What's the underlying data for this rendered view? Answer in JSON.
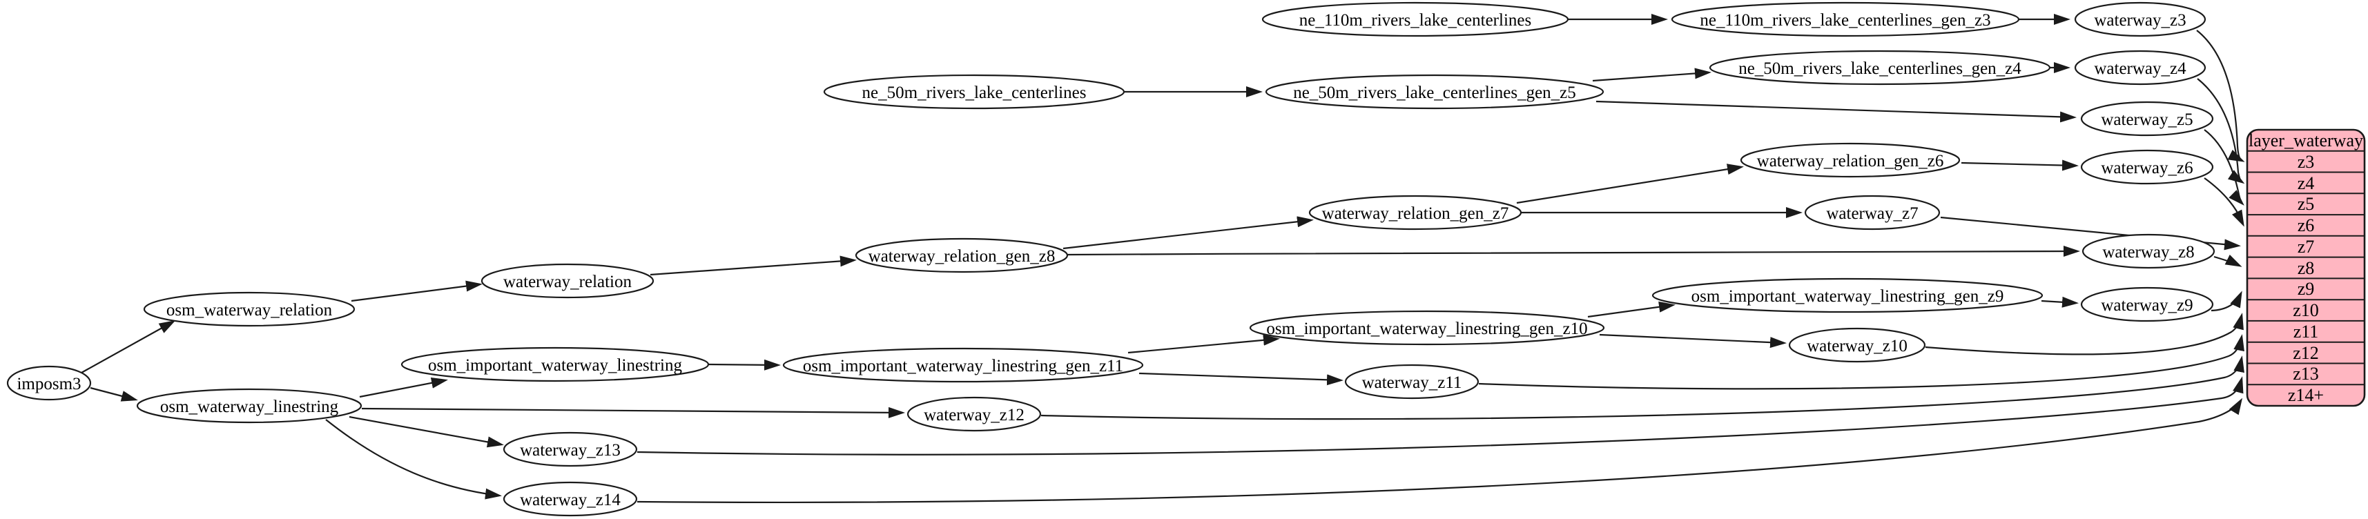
{
  "diagram": {
    "kind": "etl-dependency-graph",
    "colors": {
      "background": "#ffffff",
      "node_fill": "#ffffff",
      "stroke": "#1a1a1a",
      "table_fill": "#ffb6c1"
    },
    "nodes": {
      "imposm3": {
        "label": "imposm3"
      },
      "osm_waterway_relation": {
        "label": "osm_waterway_relation"
      },
      "osm_waterway_linestring": {
        "label": "osm_waterway_linestring"
      },
      "waterway_relation": {
        "label": "waterway_relation"
      },
      "osm_important_waterway_linestring": {
        "label": "osm_important_waterway_linestring"
      },
      "waterway_relation_gen_z8": {
        "label": "waterway_relation_gen_z8"
      },
      "waterway_relation_gen_z7": {
        "label": "waterway_relation_gen_z7"
      },
      "waterway_relation_gen_z6": {
        "label": "waterway_relation_gen_z6"
      },
      "osm_important_waterway_linestring_gen_z11": {
        "label": "osm_important_waterway_linestring_gen_z11"
      },
      "osm_important_waterway_linestring_gen_z10": {
        "label": "osm_important_waterway_linestring_gen_z10"
      },
      "osm_important_waterway_linestring_gen_z9": {
        "label": "osm_important_waterway_linestring_gen_z9"
      },
      "ne_110m_rivers_lake_centerlines": {
        "label": "ne_110m_rivers_lake_centerlines"
      },
      "ne_110m_rivers_lake_centerlines_gen_z3": {
        "label": "ne_110m_rivers_lake_centerlines_gen_z3"
      },
      "ne_50m_rivers_lake_centerlines": {
        "label": "ne_50m_rivers_lake_centerlines"
      },
      "ne_50m_rivers_lake_centerlines_gen_z5": {
        "label": "ne_50m_rivers_lake_centerlines_gen_z5"
      },
      "ne_50m_rivers_lake_centerlines_gen_z4": {
        "label": "ne_50m_rivers_lake_centerlines_gen_z4"
      },
      "waterway_z3": {
        "label": "waterway_z3"
      },
      "waterway_z4": {
        "label": "waterway_z4"
      },
      "waterway_z5": {
        "label": "waterway_z5"
      },
      "waterway_z6": {
        "label": "waterway_z6"
      },
      "waterway_z7": {
        "label": "waterway_z7"
      },
      "waterway_z8": {
        "label": "waterway_z8"
      },
      "waterway_z9": {
        "label": "waterway_z9"
      },
      "waterway_z10": {
        "label": "waterway_z10"
      },
      "waterway_z11": {
        "label": "waterway_z11"
      },
      "waterway_z12": {
        "label": "waterway_z12"
      },
      "waterway_z13": {
        "label": "waterway_z13"
      },
      "waterway_z14": {
        "label": "waterway_z14"
      }
    },
    "table": {
      "header": "layer_waterway",
      "rows": [
        "z3",
        "z4",
        "z5",
        "z6",
        "z7",
        "z8",
        "z9",
        "z10",
        "z11",
        "z12",
        "z13",
        "z14+"
      ]
    },
    "edges": [
      {
        "from": "imposm3",
        "to": "osm_waterway_relation"
      },
      {
        "from": "imposm3",
        "to": "osm_waterway_linestring"
      },
      {
        "from": "osm_waterway_relation",
        "to": "waterway_relation"
      },
      {
        "from": "waterway_relation",
        "to": "waterway_relation_gen_z8"
      },
      {
        "from": "waterway_relation_gen_z8",
        "to": "waterway_relation_gen_z7"
      },
      {
        "from": "waterway_relation_gen_z7",
        "to": "waterway_relation_gen_z6"
      },
      {
        "from": "waterway_relation_gen_z6",
        "to": "waterway_z6"
      },
      {
        "from": "waterway_relation_gen_z7",
        "to": "waterway_z7"
      },
      {
        "from": "waterway_relation_gen_z8",
        "to": "waterway_z8"
      },
      {
        "from": "osm_waterway_linestring",
        "to": "osm_important_waterway_linestring"
      },
      {
        "from": "osm_important_waterway_linestring",
        "to": "osm_important_waterway_linestring_gen_z11"
      },
      {
        "from": "osm_important_waterway_linestring_gen_z11",
        "to": "osm_important_waterway_linestring_gen_z10"
      },
      {
        "from": "osm_important_waterway_linestring_gen_z10",
        "to": "osm_important_waterway_linestring_gen_z9"
      },
      {
        "from": "osm_important_waterway_linestring_gen_z9",
        "to": "waterway_z9"
      },
      {
        "from": "osm_important_waterway_linestring_gen_z10",
        "to": "waterway_z10"
      },
      {
        "from": "osm_important_waterway_linestring_gen_z11",
        "to": "waterway_z11"
      },
      {
        "from": "osm_waterway_linestring",
        "to": "waterway_z12"
      },
      {
        "from": "osm_waterway_linestring",
        "to": "waterway_z13"
      },
      {
        "from": "osm_waterway_linestring",
        "to": "waterway_z14"
      },
      {
        "from": "ne_110m_rivers_lake_centerlines",
        "to": "ne_110m_rivers_lake_centerlines_gen_z3"
      },
      {
        "from": "ne_110m_rivers_lake_centerlines_gen_z3",
        "to": "waterway_z3"
      },
      {
        "from": "ne_50m_rivers_lake_centerlines",
        "to": "ne_50m_rivers_lake_centerlines_gen_z5"
      },
      {
        "from": "ne_50m_rivers_lake_centerlines_gen_z5",
        "to": "ne_50m_rivers_lake_centerlines_gen_z4"
      },
      {
        "from": "ne_50m_rivers_lake_centerlines_gen_z4",
        "to": "waterway_z4"
      },
      {
        "from": "ne_50m_rivers_lake_centerlines_gen_z5",
        "to": "waterway_z5"
      },
      {
        "from": "waterway_z3",
        "to": "layer_waterway.z3"
      },
      {
        "from": "waterway_z4",
        "to": "layer_waterway.z4"
      },
      {
        "from": "waterway_z5",
        "to": "layer_waterway.z5"
      },
      {
        "from": "waterway_z6",
        "to": "layer_waterway.z6"
      },
      {
        "from": "waterway_z7",
        "to": "layer_waterway.z7"
      },
      {
        "from": "waterway_z8",
        "to": "layer_waterway.z8"
      },
      {
        "from": "waterway_z9",
        "to": "layer_waterway.z9"
      },
      {
        "from": "waterway_z10",
        "to": "layer_waterway.z10"
      },
      {
        "from": "waterway_z11",
        "to": "layer_waterway.z11"
      },
      {
        "from": "waterway_z12",
        "to": "layer_waterway.z12"
      },
      {
        "from": "waterway_z13",
        "to": "layer_waterway.z13"
      },
      {
        "from": "waterway_z14",
        "to": "layer_waterway.z14+"
      }
    ]
  }
}
